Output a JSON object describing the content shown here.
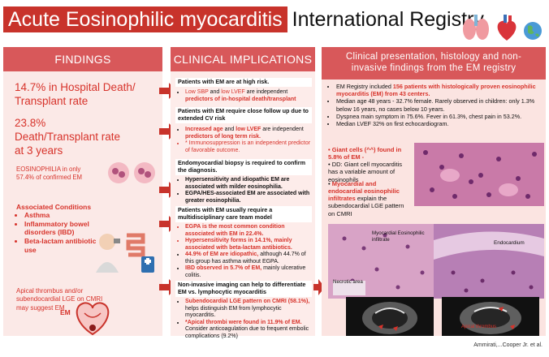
{
  "header": {
    "title_red": "Acute Eosinophilic myocarditis",
    "title_black": "International Registry"
  },
  "findings": {
    "heading": "FINDINGS",
    "stat1": "14.7% in Hospital Death/ Transplant rate",
    "stat2": "23.8% Death/Transplant rate  at 3 years",
    "eos": "EOSINOPHILIA in only 57.4% of confirmed EM",
    "assoc_title": "Associated Conditions",
    "assoc_items": [
      "Asthma",
      "Inflammatory bowel disorders (IBD)",
      "Beta-lactam antibiotic use"
    ],
    "apical": "Apical thrombus and/or subendocardial LGE on CMRI may suggest EM",
    "em_label": "EM"
  },
  "clinical": {
    "heading": "CLINICAL IMPLICATIONS",
    "s1_title": "Patients with EM are at high risk.",
    "s1_items": [
      {
        "red": "Low SBP",
        "mid": " and ",
        "red2": "low LVEF",
        "rest": " are independent ",
        "redb": "predictors of in-hospital death/transplant"
      }
    ],
    "s2_title": "Patients with EM require close follow up due to extended CV risk",
    "s2_item1_red": "Increased age",
    "s2_item1_mid": " and ",
    "s2_item1_red2": "low LVEF",
    "s2_item1_rest": " are independent ",
    "s2_item1_redb": "predictors  of long term risk.",
    "s2_item2": "* Immunosuppression is an independent predictor of favorable outcome.",
    "s3_title": "Endomyocardial biopsy is required to confirm the diagnosis.",
    "s3_items": [
      "Hypersensitivity and idiopathic EM are associated with milder eosinophilia.",
      "EGPA/HES-associated EM are associated with greater eosinophilia."
    ],
    "s4_title": "Patients with EM usually require a multidisciplinary care team model",
    "s4_item1": "EGPA is the most common condition associated with EM in 22.4%.",
    "s4_item2": "Hypersensitivity forms in 14.1%, mainly associated with beta-lactam antibiotics.",
    "s4_item3_red": "44.9% of EM are idiopathic,",
    "s4_item3_rest": " although 44.7% of this group has asthma without EGPA.",
    "s4_item4_red": "IBD observed in 5.7% of EM,",
    "s4_item4_rest": " mainly ulcerative colitis.",
    "s5_title": "Non-invasive imaging can help to differentiate EM vs. lymphocytic myocarditis",
    "s5_item1_red": "Subendocardial LGE pattern on CMRI (58.1%),",
    "s5_item1_rest": " helps distinguish EM from lymphocytic myocarditis.",
    "s5_item2_red": "*Apical thrombi were found in 11.9% of EM.",
    "s5_item2_rest": " Consider anticoagulation due to frequent embolic complications (9.2%)"
  },
  "presentation": {
    "heading": "Clinical presentation, histology and non-invasive findings from the EM registry",
    "b1_pre": "EM Registry included ",
    "b1_red": "156 patients with histologically proven eosinophilic myocarditis (EM) from 43 centers.",
    "b2": "Median age 48 years - 32.7% female.  Rarely observed in children: only 1.3% below 16 years, no cases below 10 years.",
    "b3": "Dyspnea main symptom in 75.6%. Fever in 61.3%, chest pain in 53.2%.",
    "b4": "Median LVEF 32% on first echocardiogram.",
    "giant_red": "Giant cells (^^) found in 5.8% of EM -",
    "giant_rest": "DD: Giant cell myocarditis has a variable amount of eosinophils",
    "infil_red": "Myocardial and endocardial eosinophilic infiltrates",
    "infil_rest": " explain the subendocardial LGE pattern on CMRI",
    "lbl_myo": "Myocardial Eosinophilic infiltrate",
    "lbl_endo": "Endocardium",
    "lbl_necrotic": "Necrotic area",
    "lbl_thrombus": "Apical thrombus"
  },
  "credit": "Ammirati,...Cooper Jr. et al.",
  "colors": {
    "accent": "#c8332b",
    "header": "#d8585a",
    "text_red": "#d7332b"
  }
}
